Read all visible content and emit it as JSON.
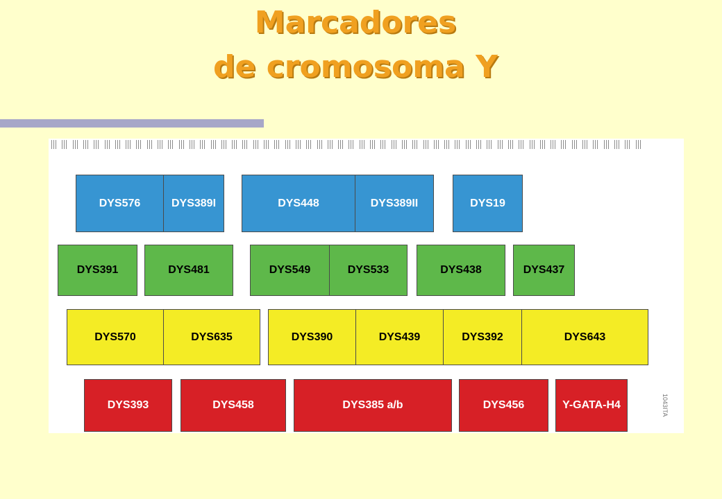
{
  "slide": {
    "title_line1": "Marcadores",
    "title_line2": "de cromosoma Y",
    "figure_code": "1043ITA"
  },
  "colors": {
    "background": "#ffffcc",
    "title": "#f0a020",
    "accent_bar": "#a7a7c8",
    "blue": "#3795d2",
    "green": "#5eb84a",
    "yellow": "#f4ec25",
    "red": "#d72026"
  },
  "ruler_labels_visible": false,
  "marker_rows": [
    {
      "color": "blue",
      "markers": [
        "DYS576",
        "DYS389I",
        "DYS448",
        "DYS389II",
        "DYS19"
      ]
    },
    {
      "color": "green",
      "markers": [
        "DYS391",
        "DYS481",
        "DYS549",
        "DYS533",
        "DYS438",
        "DYS437"
      ]
    },
    {
      "color": "yellow",
      "markers": [
        "DYS570",
        "DYS635",
        "DYS390",
        "DYS439",
        "DYS392",
        "DYS643"
      ]
    },
    {
      "color": "red",
      "markers": [
        "DYS393",
        "DYS458",
        "DYS385 a/b",
        "DYS456",
        "Y-GATA-H4"
      ]
    }
  ]
}
